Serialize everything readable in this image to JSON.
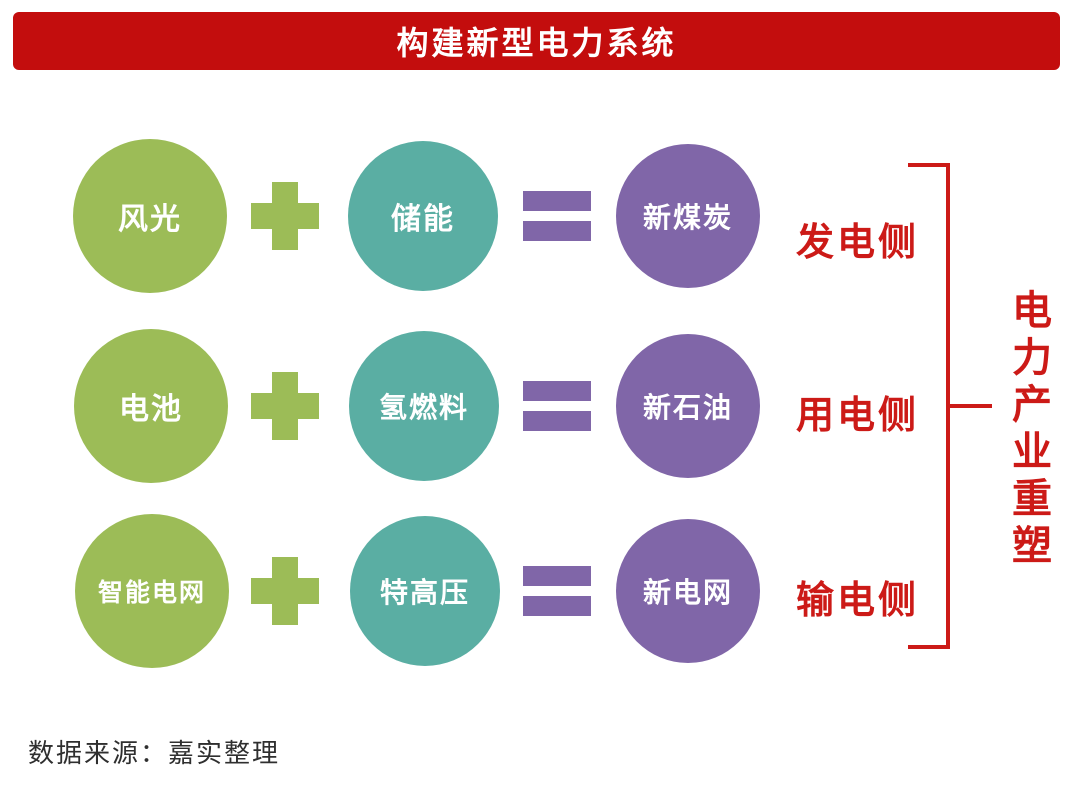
{
  "banner": {
    "title": "构建新型电力系统"
  },
  "rows": [
    {
      "left": "风光",
      "middle": "储能",
      "right": "新煤炭",
      "side_label": "发电侧"
    },
    {
      "left": "电池",
      "middle": "氢燃料",
      "right": "新石油",
      "side_label": "用电侧"
    },
    {
      "left": "智能电网",
      "middle": "特高压",
      "right": "新电网",
      "side_label": "输电侧"
    }
  ],
  "bracket": {
    "label": "电力产业重塑"
  },
  "footer": {
    "source": "数据来源：嘉实整理"
  },
  "icons": {
    "plus": "+",
    "equals": "="
  },
  "colors": {
    "banner_red": "#c30d0d",
    "accent_red": "#cc1a17",
    "green": "#9cbc57",
    "teal": "#5aaea3",
    "purple": "#8066a8",
    "circle_text": "#ffffff",
    "footer_text": "#2f2f2f"
  }
}
